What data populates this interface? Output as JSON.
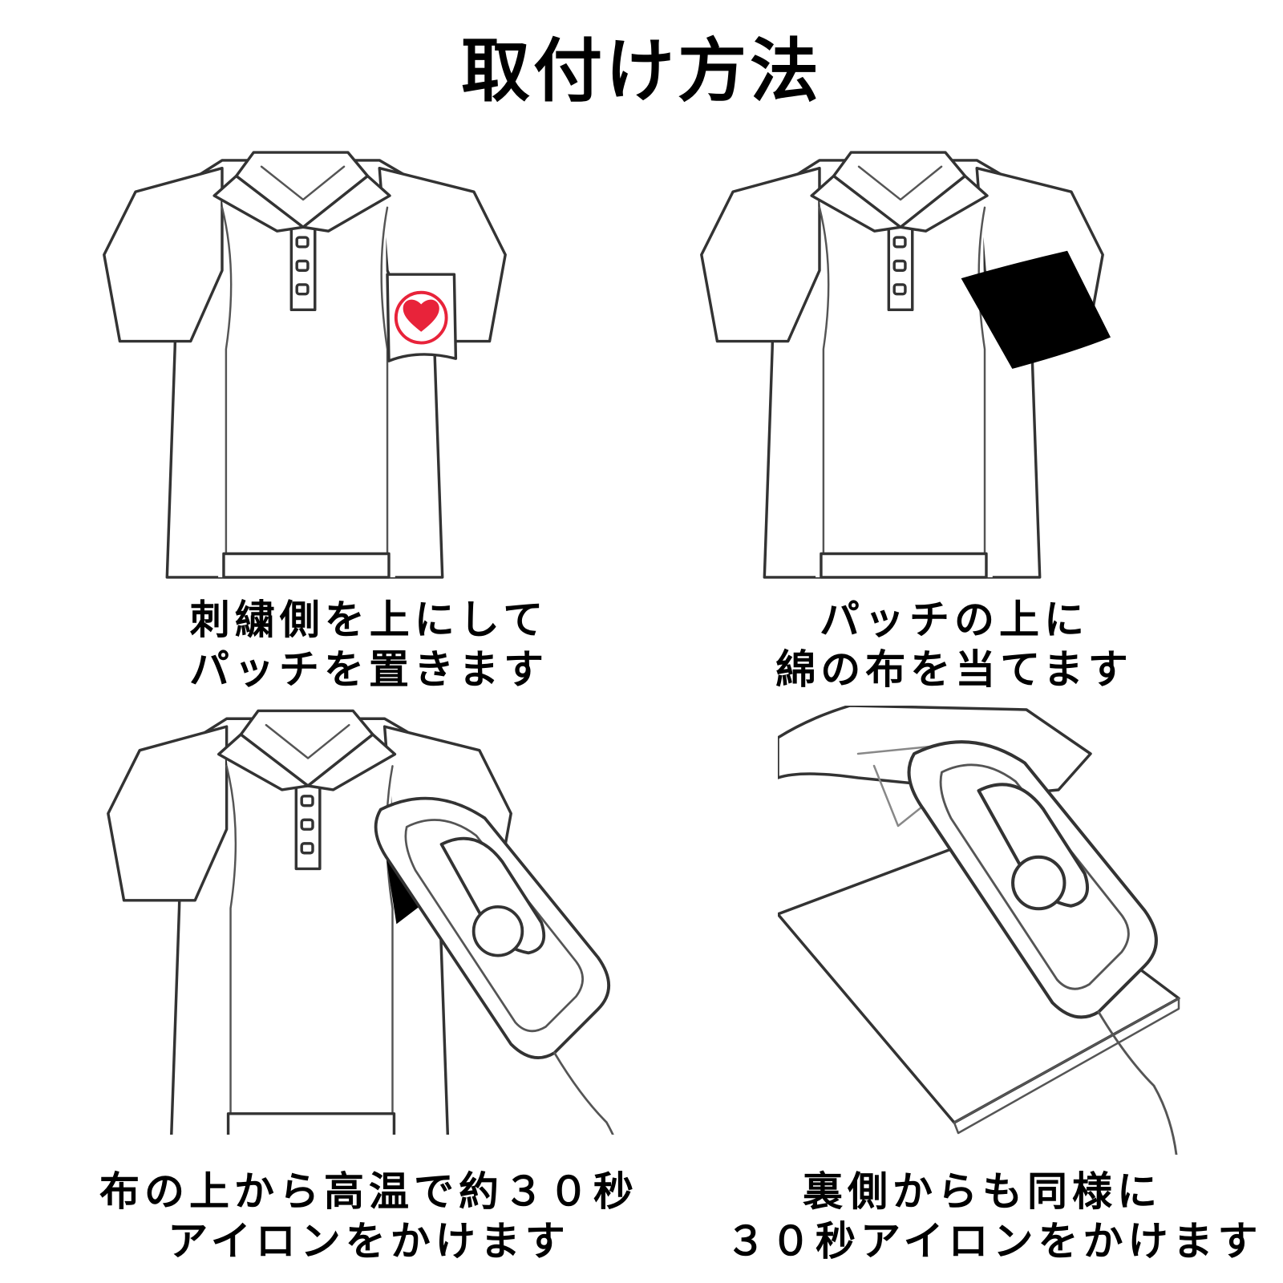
{
  "title": "取付け方法",
  "steps": [
    {
      "lines": [
        "刺繍側を上にして",
        "パッチを置きます"
      ]
    },
    {
      "lines": [
        "パッチの上に",
        "綿の布を当てます"
      ]
    },
    {
      "lines": [
        "布の上から高温で約３０秒",
        "アイロンをかけます"
      ]
    },
    {
      "lines": [
        "裏側からも同様に",
        "３０秒アイロンをかけます"
      ]
    }
  ],
  "colors": {
    "heart": "#e8233a",
    "patch_ring": "#e8233a",
    "cloth": "#000000",
    "outline": "#333333"
  }
}
